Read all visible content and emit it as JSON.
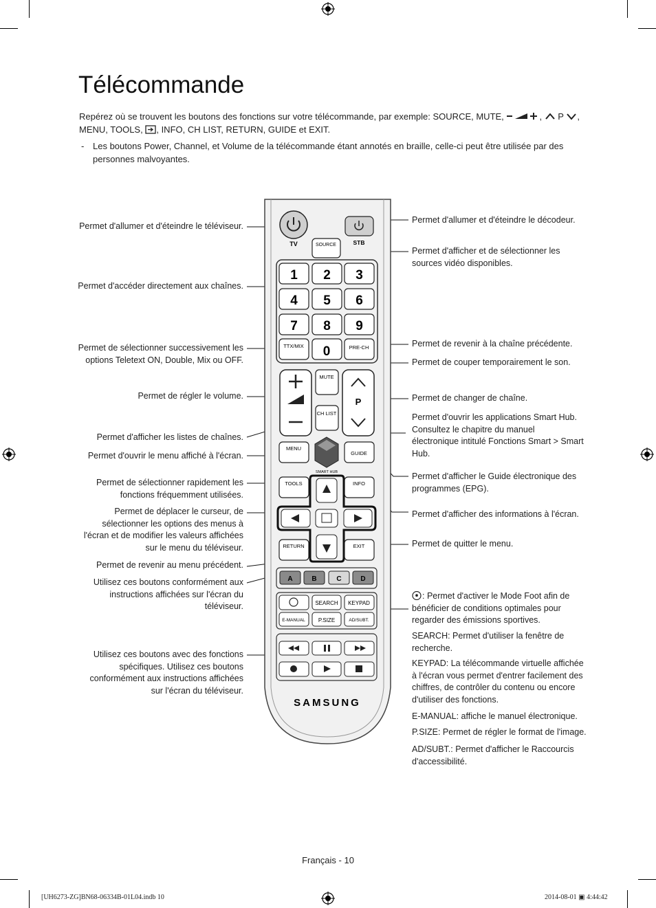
{
  "page": {
    "title": "Télécommande",
    "intro_prefix": "Repérez où se trouvent les boutons des fonctions sur votre télécommande, par exemple: ",
    "intro_buttons_1": "SOURCE, MUTE,",
    "intro_buttons_vol_p": "P",
    "intro_buttons_2": "MENU, TOOLS,",
    "intro_buttons_3": ", INFO, CH LIST, RETURN, GUIDE et EXIT.",
    "bullet_dash": "-",
    "bullet_text": "Les boutons Power, Channel, et Volume de la télécommande étant annotés en braille, celle-ci peut être utilisée par des personnes malvoyantes.",
    "page_label": "Français - 10",
    "imprint_left": "[UH6273-ZG]BN68-06334B-01L04.indb   10",
    "imprint_right": "2014-08-01   ▣ 4:44:42"
  },
  "left_labels": [
    "Permet d'allumer et d'éteindre le téléviseur.",
    "Permet d'accéder directement aux chaînes.",
    "Permet de sélectionner successivement les options Teletext ON, Double, Mix ou OFF.",
    "Permet de régler le volume.",
    "Permet d'afficher les listes de chaînes.",
    "Permet d'ouvrir le menu affiché à l'écran.",
    "Permet de sélectionner rapidement les fonctions fréquemment utilisées.",
    "Permet de déplacer le curseur, de sélectionner les options des menus à l'écran et de modifier les valeurs affichées sur le menu du téléviseur.",
    "Permet de revenir au menu précédent.",
    "Utilisez ces boutons conformément aux instructions affichées sur l'écran du téléviseur.",
    "Utilisez ces boutons avec des fonctions spécifiques. Utilisez ces boutons conformément aux instructions affichées sur l'écran du téléviseur."
  ],
  "right_labels": [
    "Permet d'allumer et d'éteindre le décodeur.",
    "Permet d'afficher et de sélectionner les sources vidéo disponibles.",
    "Permet de revenir à la chaîne précédente.",
    "Permet de couper temporairement le son.",
    "Permet de changer de chaîne.",
    "Permet d'ouvrir les applications Smart Hub. Consultez le chapitre du manuel électronique intitulé Fonctions Smart > Smart Hub.",
    "Permet d'afficher le Guide électronique des programmes (EPG).",
    "Permet d'afficher des informations à l'écran.",
    "Permet de quitter le menu."
  ],
  "right_desc": {
    "foot": ": Permet d'activer le Mode Foot afin de bénéficier de conditions optimales pour regarder des émissions sportives.",
    "search": "SEARCH: Permet d'utiliser la fenêtre de recherche.",
    "keypad": "KEYPAD: La télécommande virtuelle affichée à l'écran vous permet d'entrer facilement des chiffres, de contrôler du contenu ou encore d'utiliser des fonctions.",
    "emanual": "E-MANUAL: affiche le manuel électronique.",
    "psize": "P.SIZE: Permet de régler le format de l'image.",
    "adsubt": "AD/SUBT.: Permet d'afficher le Raccourcis d'accessibilité."
  },
  "remote": {
    "tv": "TV",
    "stb": "STB",
    "source": "SOURCE",
    "digits": [
      "1",
      "2",
      "3",
      "4",
      "5",
      "6",
      "7",
      "8",
      "9"
    ],
    "zero": "0",
    "ttx": "TTX/MIX",
    "prech": "PRE-CH",
    "mute": "MUTE",
    "chlist": "CH LIST",
    "p": "P",
    "menu": "MENU",
    "guide": "GUIDE",
    "smarthub": "SMART HUB",
    "tools": "TOOLS",
    "info": "INFO",
    "return": "RETURN",
    "exit": "EXIT",
    "colors": [
      "A",
      "B",
      "C",
      "D"
    ],
    "search": "SEARCH",
    "keypad": "KEYPAD",
    "emanual": "E-MANUAL",
    "psize": "P.SIZE",
    "adsubt": "AD/SUBT.",
    "brand": "SAMSUNG"
  },
  "colors": {
    "color_a": "#8a8a8a",
    "color_b": "#8a8a8a",
    "color_c": "#d8d8d8",
    "color_d": "#8a8a8a"
  }
}
